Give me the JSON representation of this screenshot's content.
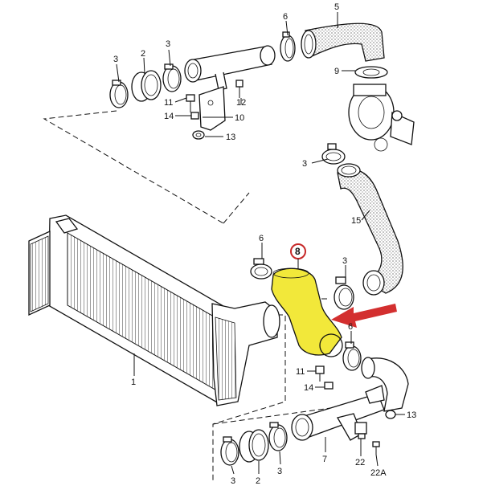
{
  "labels": {
    "p5": "5",
    "p6_top": "6",
    "p3_top_left": "3",
    "p2_top": "2",
    "p3_top_mid": "3",
    "p9": "9",
    "p11_top": "11",
    "p12": "12",
    "p14_top": "14",
    "p10": "10",
    "p13_top": "13",
    "p3_right": "3",
    "p15": "15",
    "p6_mid": "6",
    "p8": "8",
    "p3_mid_right": "3",
    "p1": "1",
    "p6_lower": "6",
    "p11_lower": "11",
    "p14_lower": "14",
    "p13_lower": "13",
    "p7": "7",
    "p22": "22",
    "p22a": "22A",
    "p3_bottom_left": "3",
    "p2_bottom": "2",
    "p3_bottom_mid": "3"
  },
  "colors": {
    "highlight_fill": "#f2e83a",
    "callout_ring": "#c62828",
    "arrow": "#d32f2f",
    "line": "#111111"
  },
  "icons": {
    "callout_arrow": "arrow-left-icon",
    "highlight_badge": "circle-number-icon"
  }
}
